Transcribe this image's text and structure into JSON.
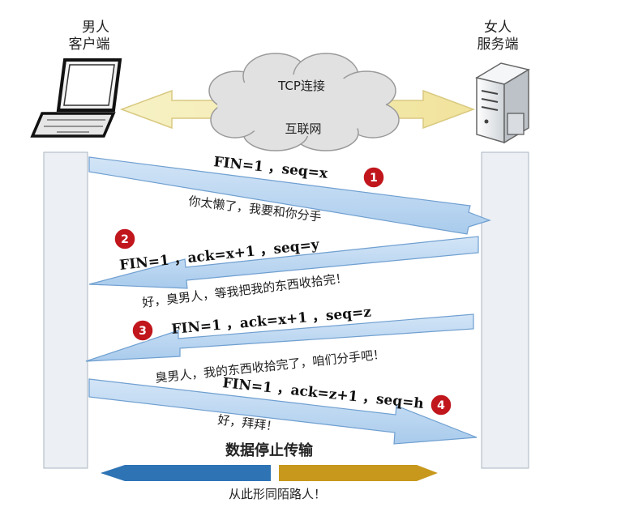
{
  "client": {
    "line1": "男人",
    "line2": "客户端"
  },
  "server": {
    "line1": "女人",
    "line2": "服务端"
  },
  "network": {
    "connection": "TCP连接",
    "internet": "互联网"
  },
  "steps": [
    {
      "number": "1",
      "message": "FIN=1 ，seq=x",
      "note": "你太懒了，我要和你分手"
    },
    {
      "number": "2",
      "message": "FIN=1 ，ack=x+1 ，seq=y",
      "note": "好，臭男人，等我把我的东西收拾完！"
    },
    {
      "number": "3",
      "message": "FIN=1 ，ack=x+1 ，seq=z",
      "note": "臭男人，我的东西收拾完了，咱们分手吧！"
    },
    {
      "number": "4",
      "message": "FIN=1 ，ack=z+1 ，seq=h",
      "note": "好，拜拜！"
    }
  ],
  "footer": {
    "stop": "数据停止传输",
    "ending": "从此形同陌路人！"
  },
  "colors": {
    "arrow_fill": "#b7d4f0",
    "arrow_stroke": "#6f9fd0",
    "badge": "#c0161c",
    "end_blue": "#2e74b5",
    "end_gold": "#c7981c",
    "bridge": "#f5edb8"
  }
}
